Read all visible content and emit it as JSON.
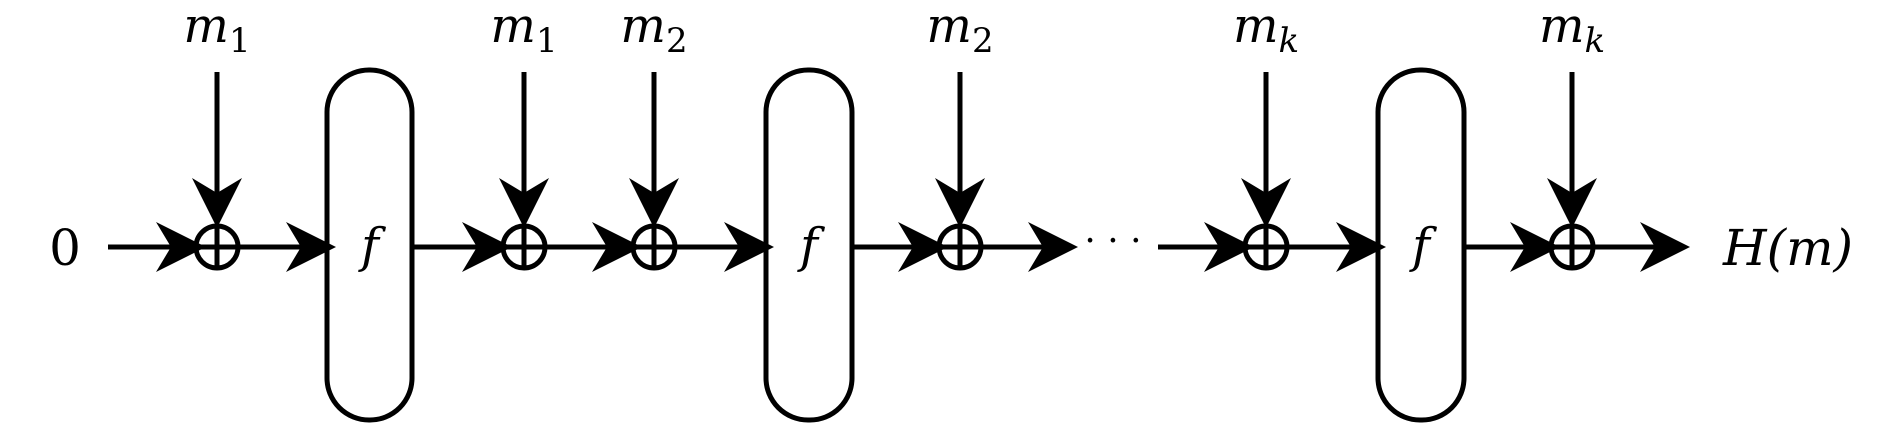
{
  "input_value": "0",
  "output_label": "H(m)",
  "ellipsis": "· · ·",
  "blocks": [
    "f",
    "f",
    "f"
  ],
  "message_inputs": [
    {
      "symbol": "m",
      "subscript": "1"
    },
    {
      "symbol": "m",
      "subscript": "1"
    },
    {
      "symbol": "m",
      "subscript": "2"
    },
    {
      "symbol": "m",
      "subscript": "2"
    },
    {
      "symbol": "m",
      "subscript": "k"
    },
    {
      "symbol": "m",
      "subscript": "k"
    }
  ]
}
